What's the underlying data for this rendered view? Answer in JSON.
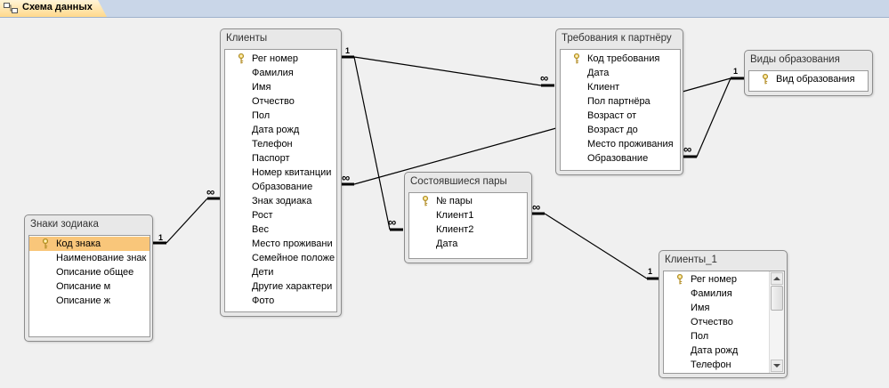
{
  "tab": {
    "label": "Схема данных"
  },
  "tables": {
    "klienty": {
      "title": "Клиенты",
      "fields": [
        "Рег номер",
        "Фамилия",
        "Имя",
        "Отчество",
        "Пол",
        "Дата рожд",
        "Телефон",
        "Паспорт",
        "Номер квитанции",
        "Образование",
        "Знак зодиака",
        "Рост",
        "Вес",
        "Место проживани",
        "Семейное положе",
        "Дети",
        "Другие характери",
        "Фото"
      ],
      "key_field": 0
    },
    "znaki": {
      "title": "Знаки зодиака",
      "fields": [
        "Код знака",
        "Наименование знак",
        "Описание общее",
        "Описание м",
        "Описание ж"
      ],
      "key_field": 0,
      "selected_field": 0
    },
    "trebovaniya": {
      "title": "Требования к партнёру",
      "fields": [
        "Код требования",
        "Дата",
        "Клиент",
        "Пол партнёра",
        "Возраст от",
        "Возраст до",
        "Место проживания",
        "Образование"
      ],
      "key_field": 0
    },
    "vidy": {
      "title": "Виды образования",
      "fields": [
        "Вид образования"
      ],
      "key_field": 0
    },
    "pary": {
      "title": "Состоявшиеся пары",
      "fields": [
        "№ пары",
        "Клиент1",
        "Клиент2",
        "Дата"
      ],
      "key_field": 0
    },
    "klienty1": {
      "title": "Клиенты_1",
      "fields": [
        "Рег номер",
        "Фамилия",
        "Имя",
        "Отчество",
        "Пол",
        "Дата рожд",
        "Телефон"
      ],
      "key_field": 0
    }
  },
  "relations": {
    "one_label": "1",
    "many_label": "∞"
  },
  "colors": {
    "selected_row": "#f9c67a",
    "tab_active": "#ffd98c",
    "line": "#000000"
  }
}
